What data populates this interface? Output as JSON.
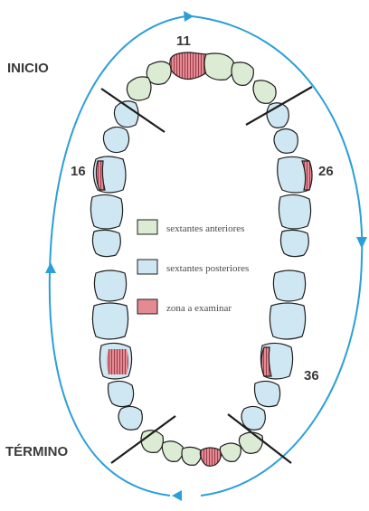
{
  "labels": {
    "start": "INICIO",
    "end": "TÉRMINO",
    "tooth_11": "11",
    "tooth_16": "16",
    "tooth_26": "26",
    "tooth_36": "36"
  },
  "legend": [
    {
      "name": "legend-anterior",
      "label": "sextantes anteriores",
      "color": "#dcebd3"
    },
    {
      "name": "legend-posterior",
      "label": "sextantes posteriores",
      "color": "#cfe7f2"
    },
    {
      "name": "legend-examine",
      "label": "zona a examinar",
      "color": "#e48a92"
    }
  ],
  "colors": {
    "arrow": "#2b9fd8",
    "anterior_fill": "#dcebd3",
    "posterior_fill": "#cfe7f2",
    "examine_fill": "#e48a92",
    "outline": "#1e1e1e"
  }
}
